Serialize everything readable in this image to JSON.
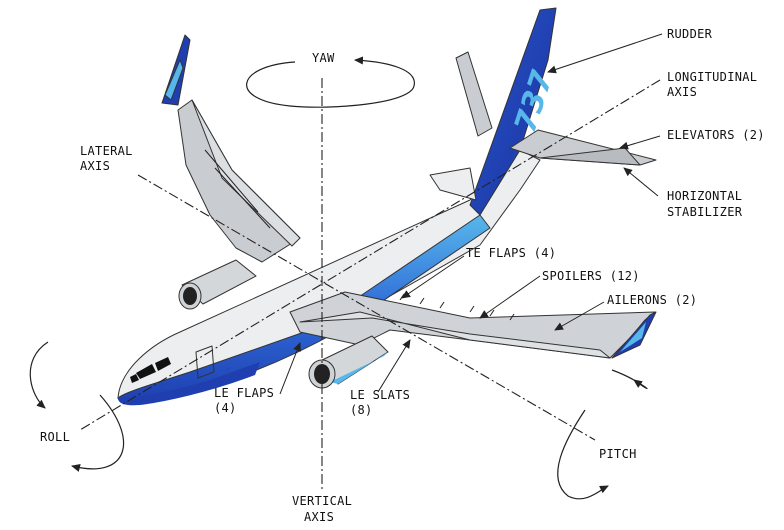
{
  "colors": {
    "fuselage": "#e9ecef",
    "wing": "#c9ccd0",
    "livery_dark": "#1f3fb0",
    "livery_mid": "#2f6bd8",
    "livery_light": "#58b7ea",
    "engine": "#d4d7da",
    "lines": "#222222"
  },
  "labels": {
    "rudder": "RUDDER",
    "longitudinal_axis": [
      "LONGITUDINAL",
      "AXIS"
    ],
    "elevators": "ELEVATORS (2)",
    "horizontal_stabilizer": [
      "HORIZONTAL",
      "STABILIZER"
    ],
    "yaw": "YAW",
    "lateral_axis": [
      "LATERAL",
      "AXIS"
    ],
    "te_flaps": "TE FLAPS (4)",
    "spoilers": "SPOILERS (12)",
    "ailerons": "AILERONS (2)",
    "le_flaps": [
      "LE FLAPS",
      "(4)"
    ],
    "le_slats": [
      "LE SLATS",
      "(8)"
    ],
    "roll": "ROLL",
    "pitch": "PITCH",
    "vertical_axis": [
      "VERTICAL",
      "AXIS"
    ]
  },
  "tail_logo": "737"
}
